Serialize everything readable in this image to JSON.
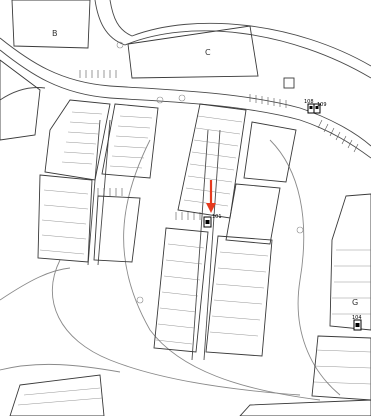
{
  "map": {
    "background": "#ffffff",
    "line_color": "#4a4a4a",
    "light_line_color": "#9a9a9a",
    "accent_color": "#e63a1e",
    "block_labels": {
      "b": "B",
      "c": "C",
      "g": "G"
    },
    "unit_labels": {
      "n108": "108",
      "n109": "109",
      "n101": "101",
      "n104": "104"
    },
    "marker": {
      "icon": "red-arrow-icon",
      "points_to": "101"
    }
  }
}
